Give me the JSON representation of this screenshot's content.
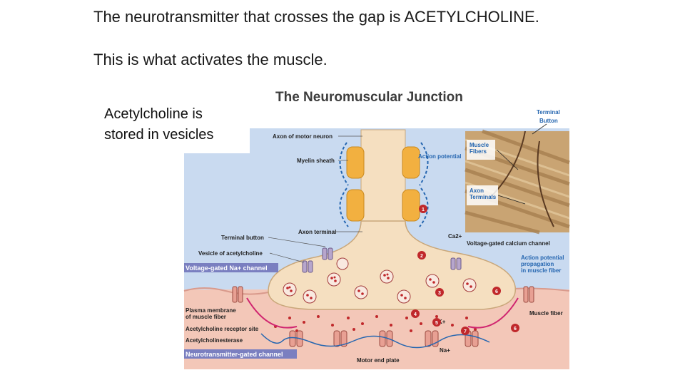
{
  "slide": {
    "line1": "The neurotransmitter that crosses the gap is ACETYLCHOLINE.",
    "line2": "This is what activates the muscle.",
    "note_line1": "Acetylcholine is",
    "note_line2": "stored in vesicles"
  },
  "figure": {
    "title": "The Neuromuscular Junction",
    "labels": {
      "axon_motor_neuron": "Axon of motor neuron",
      "myelin_sheath": "Myelin sheath",
      "action_potential": "Action potential",
      "terminal_button": "Terminal button",
      "axon_terminal": "Axon terminal",
      "vesicle_ach": "Vesicle of acetylcholine",
      "vg_na_channel": "Voltage-gated Na+ channel",
      "vg_ca_channel": "Voltage-gated calcium channel",
      "ap_prop_1": "Action potential",
      "ap_prop_2": "propagation",
      "ap_prop_3": "in muscle fiber",
      "plasma_membrane_1": "Plasma membrane",
      "plasma_membrane_2": "of muscle fiber",
      "ach_receptor_site": "Acetylcholine receptor site",
      "acetylcholinesterase": "Acetylcholinesterase",
      "nt_gated_channel": "Neurotransmitter-gated channel",
      "motor_end_plate": "Motor end plate",
      "muscle_fiber": "Muscle fiber",
      "ca2": "Ca2+",
      "k_plus": "K+",
      "na_plus": "Na+"
    },
    "inset": {
      "terminal_button_1": "Terminal",
      "terminal_button_2": "Button",
      "muscle_fibers_1": "Muscle",
      "muscle_fibers_2": "Fibers",
      "axon_terminals_1": "Axon",
      "axon_terminals_2": "Terminals"
    },
    "steps": [
      "1",
      "2",
      "3",
      "4",
      "5",
      "6",
      "7",
      "6"
    ],
    "colors": {
      "background_top": "#c9daf0",
      "muscle_pink": "#f3c7b8",
      "neuron_beige": "#f5dfc0",
      "myelin_orange": "#f2b040",
      "step_red": "#c0282b",
      "label_blue": "#2566b0",
      "label_bar": "#7a7fc0"
    }
  }
}
